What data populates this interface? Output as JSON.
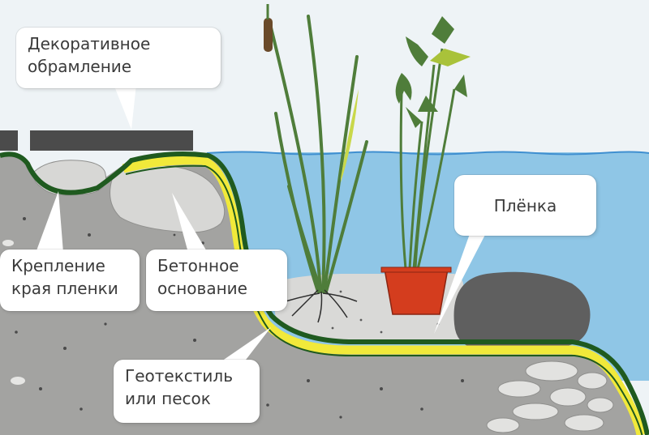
{
  "title": "",
  "labels": {
    "decorative_frame": [
      "Декоративное",
      "обрамление"
    ],
    "film": "Плёнка",
    "edge_fastening": [
      "Крепление",
      "края пленки"
    ],
    "concrete_base": [
      "Бетонное",
      "основание"
    ],
    "geotextile": [
      "Геотекстиль",
      "или песок"
    ]
  },
  "colors": {
    "sky": "#eef3f6",
    "water": "#8fc6e6",
    "water_line": "#3f8fd0",
    "soil": "#a3a3a1",
    "stone": "#d7d7d5",
    "dark_stone": "#5f5f5f",
    "paving": "#4b4b4b",
    "film_dark": "#1f5a1f",
    "geotextile_yellow": "#f1e93a",
    "leaf_green": "#4f7d3a",
    "pot_red": "#d43d1e",
    "callout_bg": "#ffffff",
    "text": "#3b3b3b"
  },
  "elements": [
    "decorative-paving",
    "edge-stones",
    "concrete-base-stone",
    "pond-water",
    "pond-film-liner",
    "geotextile-layer",
    "bottom-boulder",
    "gravel-pile",
    "cattail-plant",
    "arrowhead-plant",
    "plant-pot"
  ]
}
